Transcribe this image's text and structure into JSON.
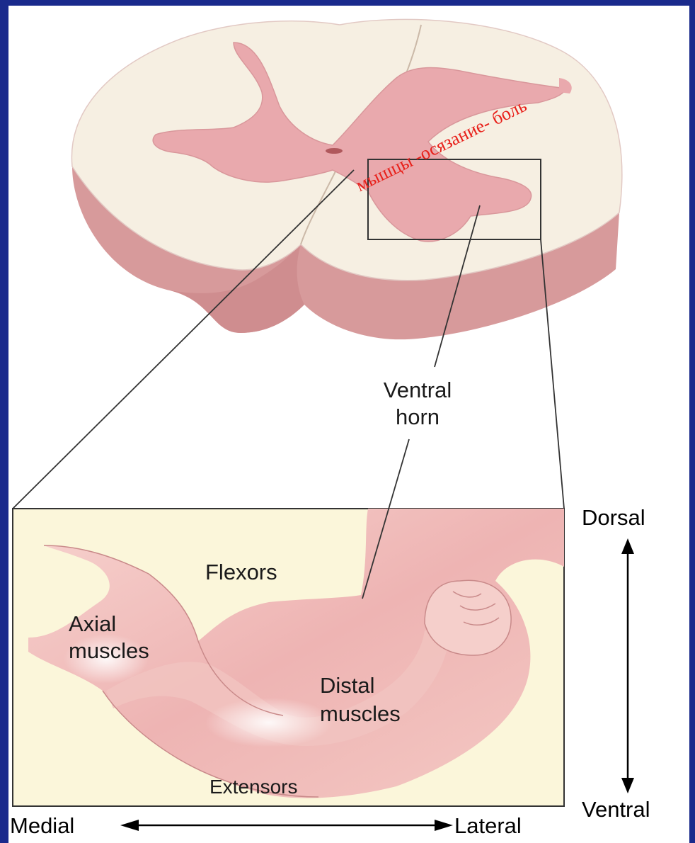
{
  "colors": {
    "slide_background": "#1a2a8c",
    "white_matter": "#f6efe2",
    "gray_matter": "#e9a9ad",
    "inset_background": "#fbf6da",
    "annotation_red": "#e8201a"
  },
  "annotation": "мышцы -осязание- боль",
  "labels": {
    "ventral_horn": {
      "line1": "Ventral",
      "line2": "horn"
    },
    "flexors": "Flexors",
    "axial_muscles": {
      "line1": "Axial",
      "line2": "muscles"
    },
    "distal_muscles": {
      "line1": "Distal",
      "line2": "muscles"
    },
    "extensors": "Extensors"
  },
  "axes": {
    "dorsal": "Dorsal",
    "ventral": "Ventral",
    "medial": "Medial",
    "lateral": "Lateral"
  }
}
